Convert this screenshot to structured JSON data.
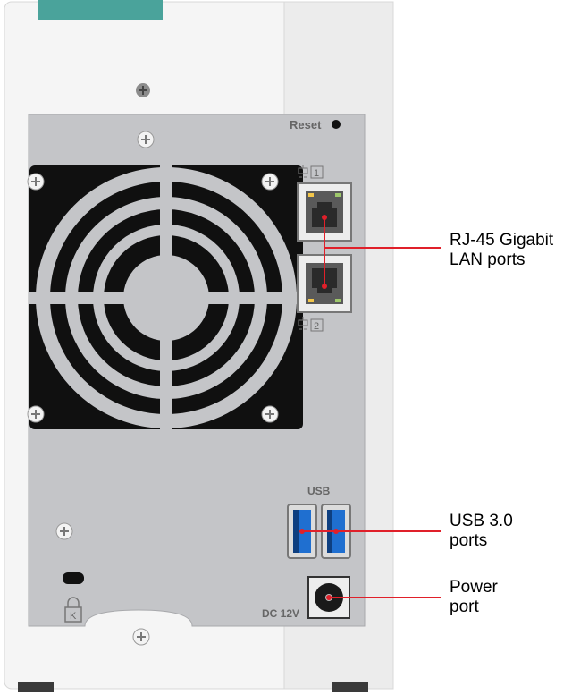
{
  "device": {
    "reset_label": "Reset",
    "lan1_number": "1",
    "lan2_number": "2",
    "usb_label": "USB",
    "dc_label": "DC 12V",
    "lock_glyph": "K"
  },
  "callouts": {
    "lan": {
      "line1": "RJ-45 Gigabit",
      "line2": "LAN ports"
    },
    "usb": {
      "line1": "USB 3.0",
      "line2": "ports"
    },
    "power": {
      "line1": "Power",
      "line2": "port"
    }
  },
  "colors": {
    "chassis": "#f4f4f4",
    "panel": "#c2c3c6",
    "usb_blue": "#1f6fd0",
    "callout_line": "#e0202a"
  }
}
